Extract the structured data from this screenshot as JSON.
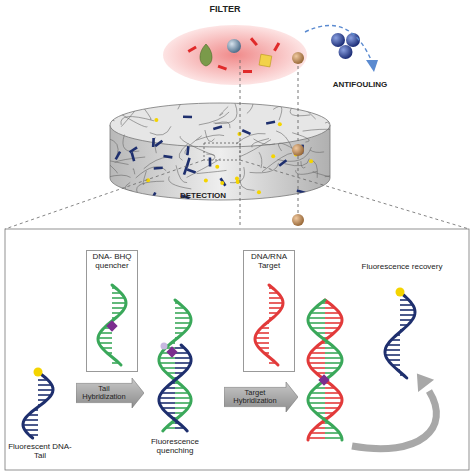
{
  "diagram": {
    "nodes": [
      {
        "text": [
          "DNA- BHQ quencher"
        ]
      },
      {
        "text": [
          "Tail Hybridization"
        ]
      },
      {
        "text": [
          "DNA/RNA Target"
        ]
      },
      {
        "text": [
          "Target Hybridization"
        ]
      }
    ],
    "labels": [
      "FILTER",
      "ANTIFOULING",
      "DETECTION",
      "Fluorescent DNA- Tail",
      "Fluorescence quenching",
      "Fluorescence recovery"
    ]
  }
}
